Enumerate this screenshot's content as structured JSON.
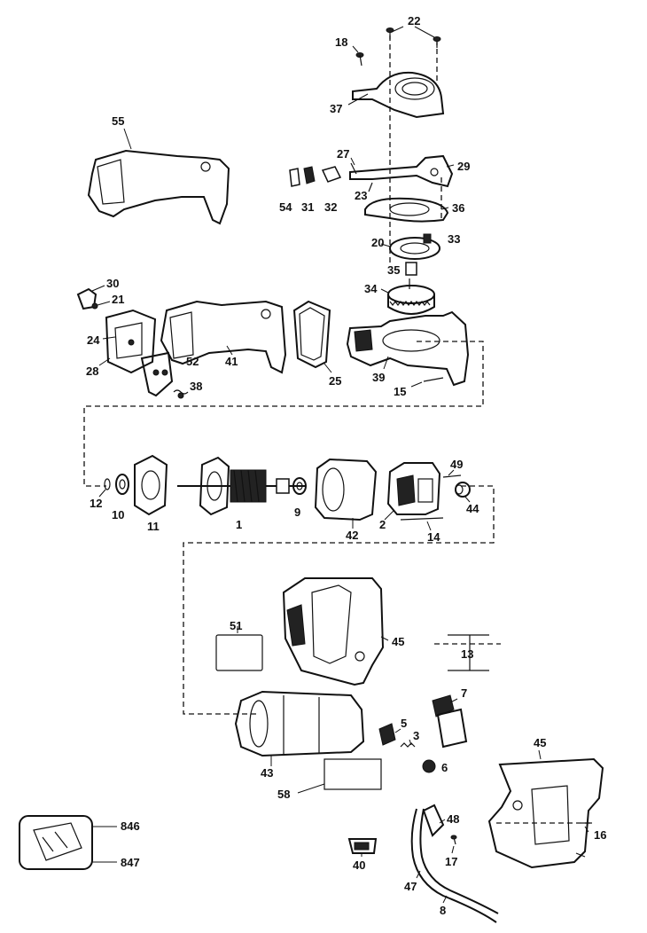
{
  "labels": {
    "l22": "22",
    "l18": "18",
    "l37": "37",
    "l27": "27",
    "l29": "29",
    "l23": "23",
    "l36": "36",
    "l55": "55",
    "l54": "54",
    "l31": "31",
    "l32": "32",
    "l20": "20",
    "l33": "33",
    "l35": "35",
    "l34": "34",
    "l30": "30",
    "l21": "21",
    "l24": "24",
    "l28": "28",
    "l52": "52",
    "l41": "41",
    "l25": "25",
    "l38": "38",
    "l39": "39",
    "l15": "15",
    "l49": "49",
    "l12": "12",
    "l10": "10",
    "l11": "11",
    "l1": "1",
    "l9": "9",
    "l42": "42",
    "l2": "2",
    "l14": "14",
    "l44": "44",
    "l51": "51",
    "l45a": "45",
    "l13": "13",
    "l7": "7",
    "l5": "5",
    "l3": "3",
    "l6": "6",
    "l45b": "45",
    "l43": "43",
    "l58": "58",
    "l846": "846",
    "l847": "847",
    "l48": "48",
    "l16": "16",
    "l40": "40",
    "l17": "17",
    "l47": "47",
    "l8": "8"
  }
}
